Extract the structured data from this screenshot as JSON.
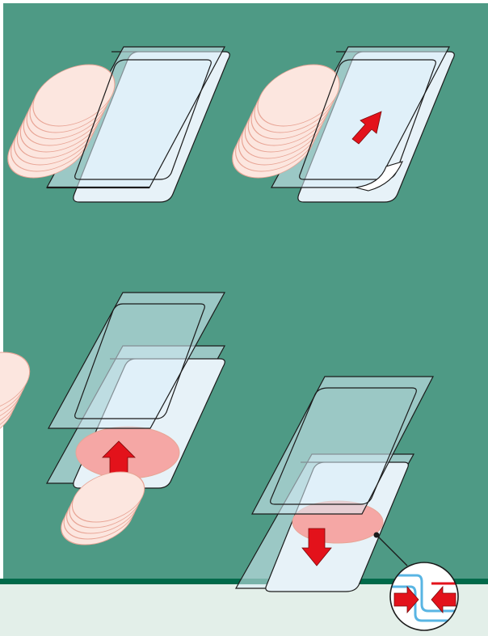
{
  "colors": {
    "background": "#4e9a85",
    "frame": "#ffffff",
    "footer_band": "#e3efe9",
    "footer_rule": "#006a4a",
    "tray_fill": "#e7f2f8",
    "tray_stroke": "#1b1b1b",
    "film_fill": "#dbeef9",
    "meat_fill": "#fce6df",
    "meat_stroke": "#e8a596",
    "meat_exposed": "#f5a7a5",
    "arrow": "#e3121b",
    "seal_film": "#59b5e3"
  },
  "steps": [
    {
      "id": 1,
      "action": "sealed-pack"
    },
    {
      "id": 2,
      "action": "peel-corner",
      "arrow_icon": "arrow-up-icon"
    },
    {
      "id": 3,
      "action": "lift-slices",
      "arrow_icon": "arrow-up-icon"
    },
    {
      "id": 4,
      "action": "reseal",
      "arrow_icon": "arrow-down-icon"
    }
  ],
  "detail_callout": {
    "icons": [
      "arrow-right-icon",
      "arrow-left-icon"
    ]
  }
}
